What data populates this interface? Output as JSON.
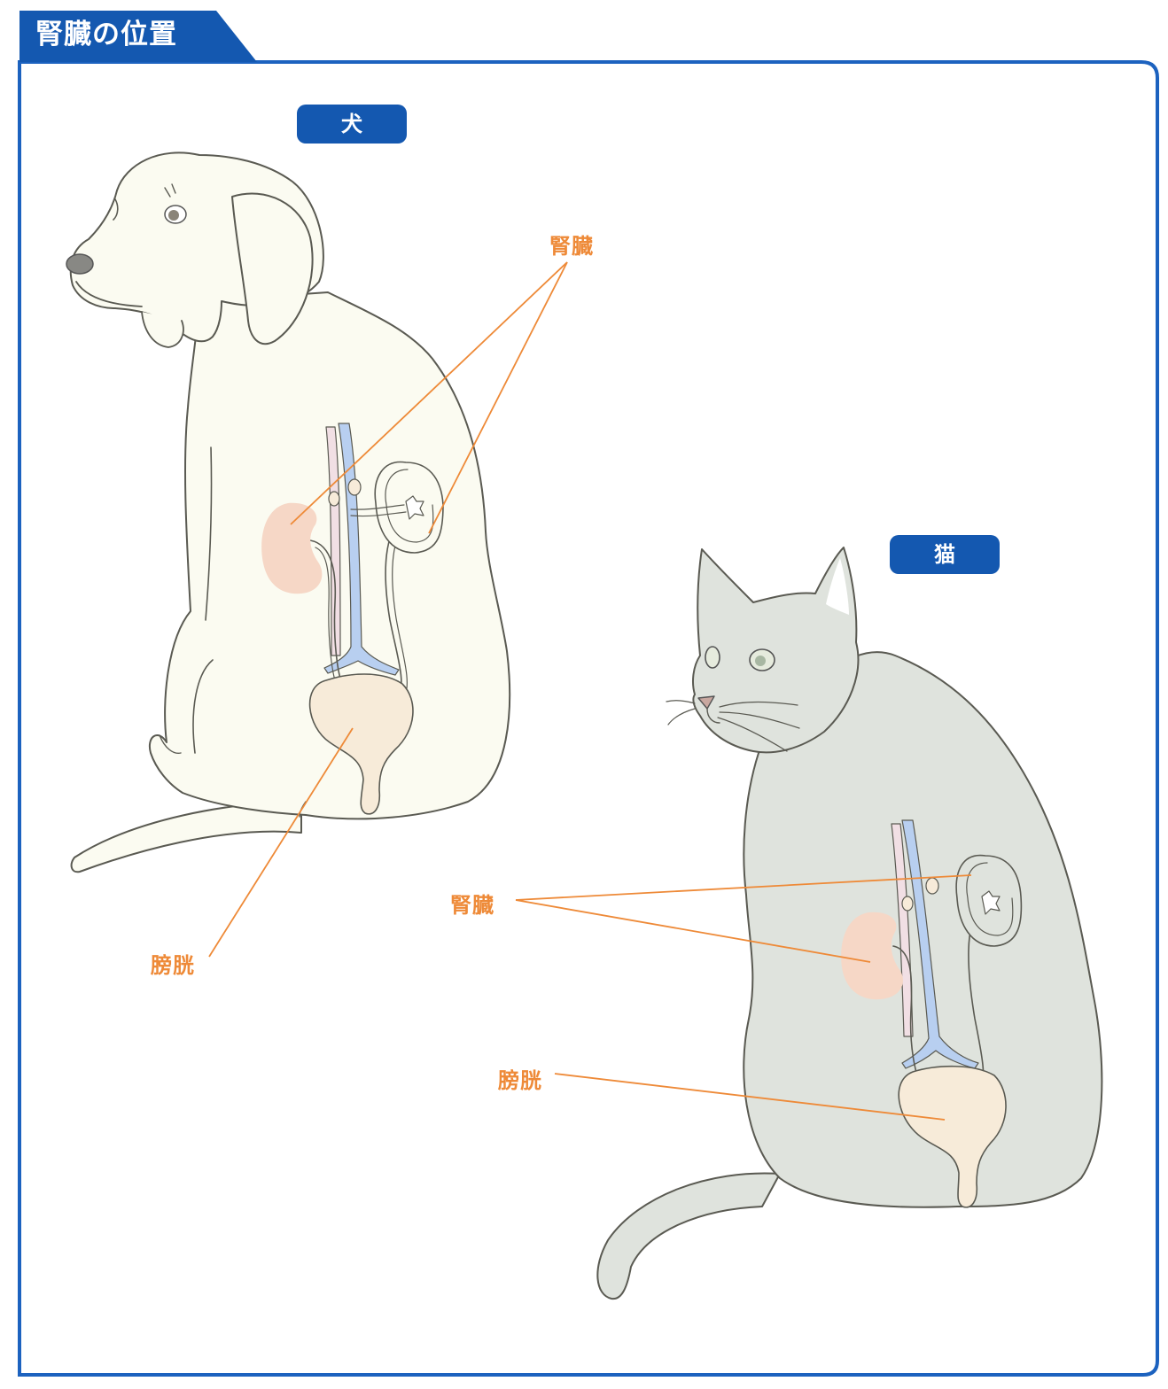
{
  "title": "腎臓の位置",
  "colors": {
    "brand": "#1458b0",
    "frame": "#1c62bf",
    "label": "#ee8a38",
    "leader": "#ee8a38",
    "kidney": "#f6d7c6",
    "bladder": "#f7ebd9",
    "dog_body": "#fbfbf1",
    "cat_body": "#dfe3dd",
    "vessel_blue": "#b8cff0",
    "vessel_pink": "#f1dfe4",
    "outline": "#5a5a52"
  },
  "dog": {
    "name": "犬",
    "kidney_label": "腎臓",
    "bladder_label": "膀胱"
  },
  "cat": {
    "name": "猫",
    "kidney_label": "腎臓",
    "bladder_label": "膀胱"
  }
}
